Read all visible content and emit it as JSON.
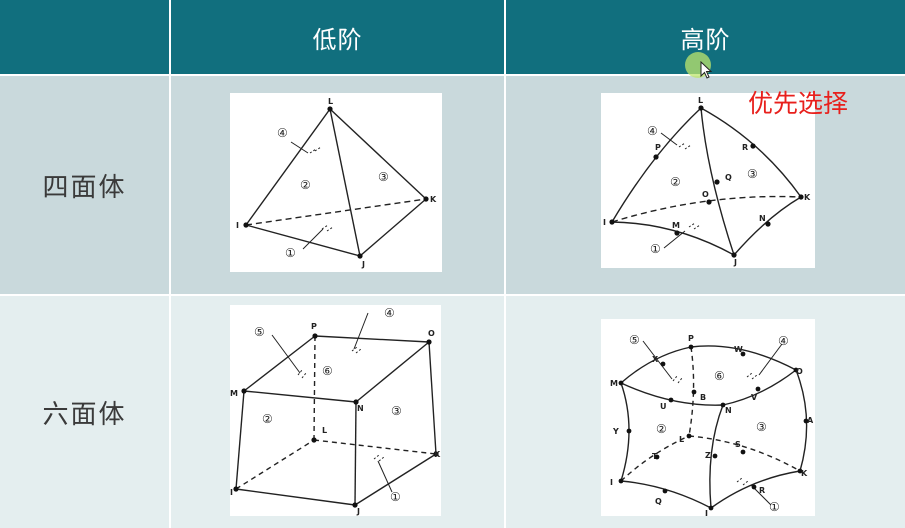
{
  "header": {
    "low_order": "低阶",
    "high_order": "高阶"
  },
  "rows": {
    "tetra": "四面体",
    "hexa": "六面体"
  },
  "note": "优先选择",
  "tet_low": {
    "nodes": [
      "L",
      "I",
      "J",
      "K"
    ],
    "faces": [
      "④",
      "②",
      "③",
      "①"
    ]
  },
  "tet_high": {
    "nodes": [
      "L",
      "P",
      "R",
      "Q",
      "O",
      "K",
      "I",
      "M",
      "N",
      "J"
    ],
    "faces": [
      "④",
      "②",
      "③",
      "①"
    ]
  },
  "hex_low": {
    "nodes": [
      "P",
      "O",
      "M",
      "N",
      "L",
      "I",
      "J",
      "K"
    ],
    "faces": [
      "⑤",
      "④",
      "⑥",
      "②",
      "③",
      "①"
    ]
  },
  "hex_high": {
    "nodes": [
      "X",
      "P",
      "W",
      "O",
      "M",
      "U",
      "B",
      "N",
      "V",
      "Y",
      "L",
      "S",
      "A",
      "T",
      "Z",
      "I",
      "Q",
      "J",
      "R",
      "K"
    ],
    "faces": [
      "⑤",
      "④",
      "⑥",
      "②",
      "③",
      "①"
    ]
  },
  "icons": {
    "cursor": "mouse-pointer-icon"
  }
}
